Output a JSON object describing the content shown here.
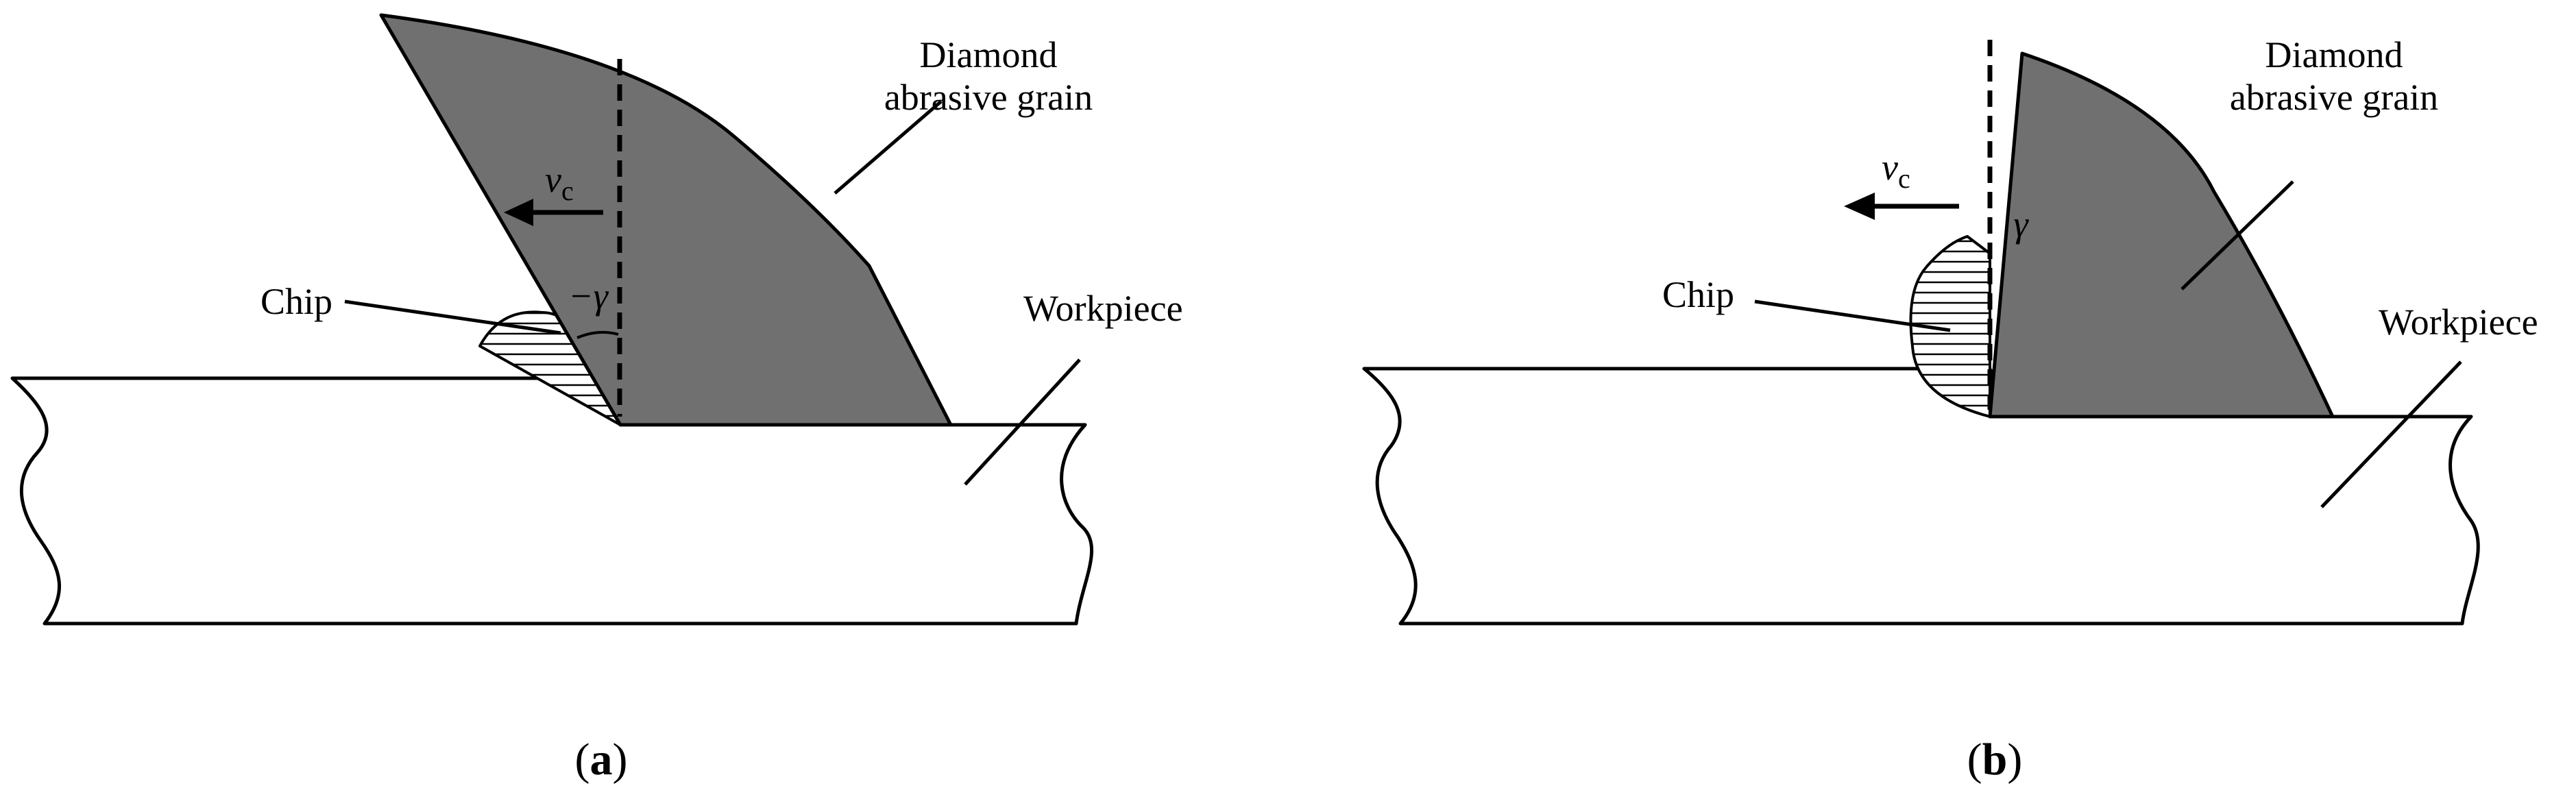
{
  "panel_a": {
    "grain_label_line1": "Diamond",
    "grain_label_line2": "abrasive grain",
    "velocity_symbol": "v",
    "velocity_subscript": "c",
    "angle_label": "−γ",
    "chip_label": "Chip",
    "workpiece_label": "Workpiece",
    "caption_open": "(",
    "caption_letter": "a",
    "caption_close": ")"
  },
  "panel_b": {
    "grain_label_line1": "Diamond",
    "grain_label_line2": "abrasive grain",
    "velocity_symbol": "v",
    "velocity_subscript": "c",
    "angle_label": "γ",
    "chip_label": "Chip",
    "workpiece_label": "Workpiece",
    "caption_open": "(",
    "caption_letter": "b",
    "caption_close": ")"
  },
  "colors": {
    "grain_fill": "#707070",
    "outline": "#000000",
    "background": "#ffffff"
  }
}
